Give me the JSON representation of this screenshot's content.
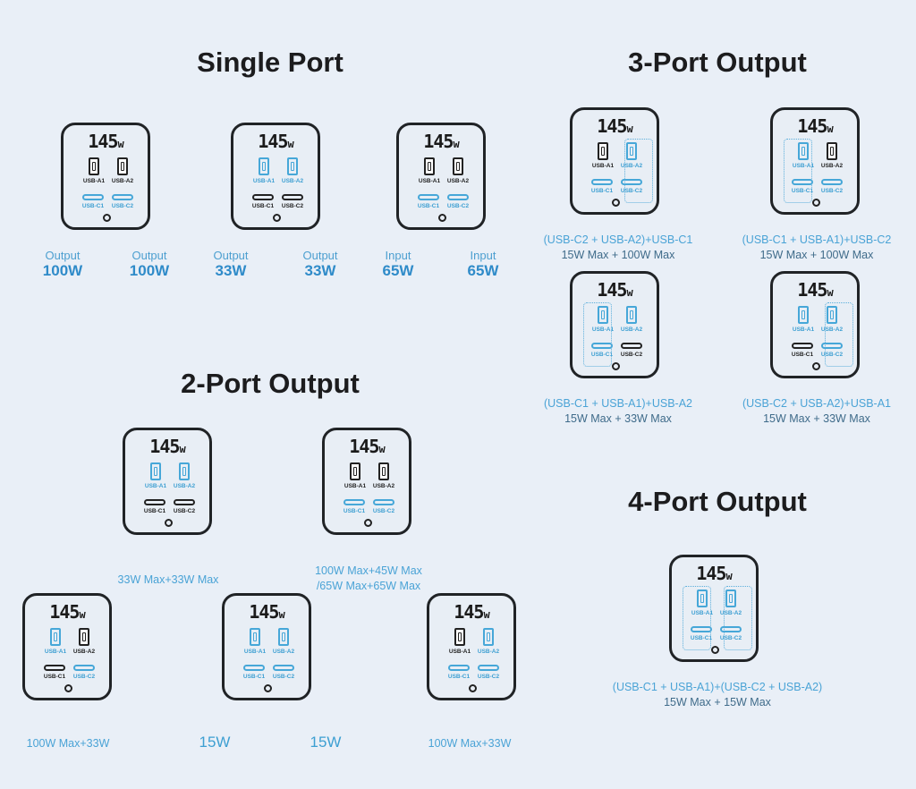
{
  "sections": {
    "single": "Single Port",
    "two": "2-Port Output",
    "three": "3-Port Output",
    "four": "4-Port Output"
  },
  "charger": {
    "watt": "145",
    "watt_unit": "w",
    "port_labels": {
      "a1": "USB-A1",
      "a2": "USB-A2",
      "c1": "USB-C1",
      "c2": "USB-C2"
    }
  },
  "single_port": [
    {
      "left_label": "Output",
      "left_value": "100W",
      "right_label": "Output",
      "right_value": "100W"
    },
    {
      "left_label": "Output",
      "left_value": "33W",
      "right_label": "Output",
      "right_value": "33W"
    },
    {
      "left_label": "Input",
      "left_value": "65W",
      "right_label": "Input",
      "right_value": "65W"
    }
  ],
  "two_port": [
    {
      "line1": "33W Max+33W Max"
    },
    {
      "line1": "100W Max+45W Max",
      "line2": "/65W Max+65W Max"
    },
    {
      "line1": "100W Max+33W"
    },
    {
      "left": "15W",
      "right": "15W"
    },
    {
      "line1": "100W Max+33W"
    }
  ],
  "three_port": [
    {
      "combo": "(USB-C2 + USB-A2)+USB-C1",
      "max": "15W Max + 100W Max"
    },
    {
      "combo": "(USB-C1 + USB-A1)+USB-C2",
      "max": "15W Max + 100W Max"
    },
    {
      "combo": "(USB-C1 + USB-A1)+USB-A2",
      "max": "15W Max + 33W Max"
    },
    {
      "combo": "(USB-C2 + USB-A2)+USB-A1",
      "max": "15W Max + 33W Max"
    }
  ],
  "four_port": {
    "combo": "(USB-C1 + USB-A1)+(USB-C2 + USB-A2)",
    "max": "15W Max + 15W Max"
  }
}
